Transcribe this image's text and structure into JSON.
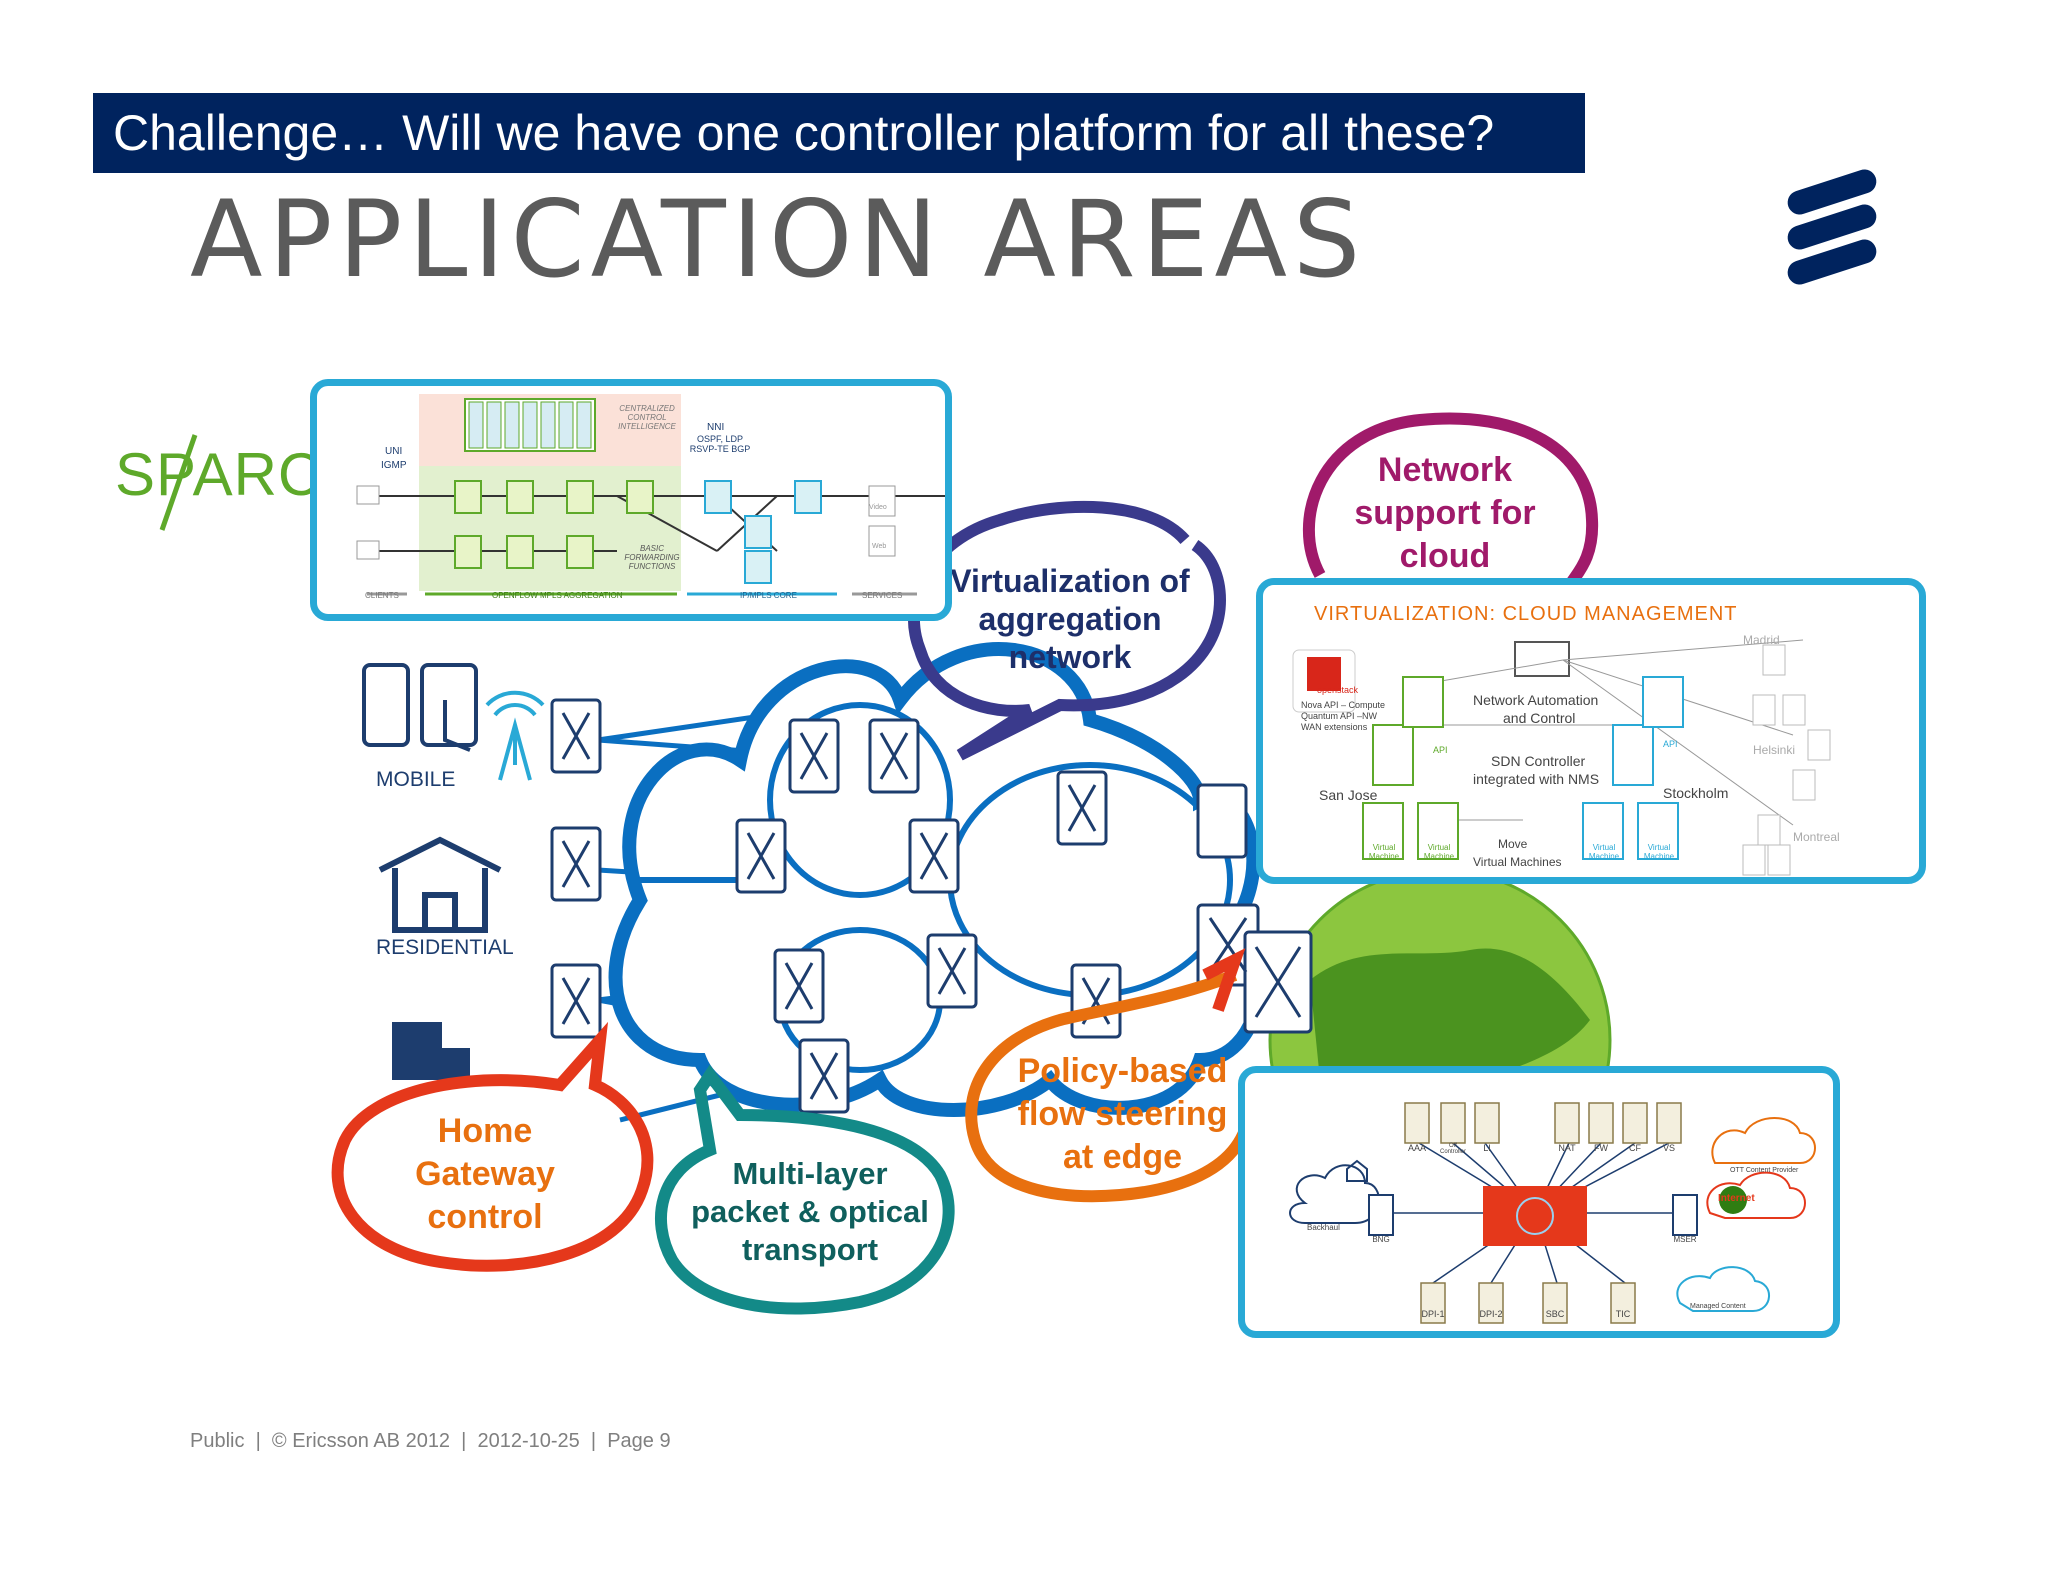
{
  "slide": {
    "banner": "Challenge… Will we have one controller platform for all these?",
    "heading": "APPLICATION AREAS",
    "footer": "Public  |  © Ericsson AB 2012  |  2012-10-25  |  Page 9",
    "logo_sparc": "SPARC"
  },
  "clients": {
    "mobile": "MOBILE",
    "residential": "RESIDENTIAL"
  },
  "bubbles": {
    "virtualization": "Virtualization of aggregation network",
    "cloud": "Network support for cloud",
    "policy": "Policy-based flow steering at edge",
    "home": "Home Gateway control",
    "multilayer": "Multi-layer packet & optical transport"
  },
  "sparc_panel": {
    "centralized": "CENTRALIZED CONTROL INTELLIGENCE",
    "uni": "UNI",
    "igmp": "IGMP",
    "nni": "NNI",
    "nni_protocols": "OSPF, LDP RSVP-TE BGP",
    "basic": "BASIC FORWARDING FUNCTIONS",
    "clients": "CLIENTS",
    "openflow": "OPENFLOW MPLS AGGREGATION",
    "ipmpls": "IP/MPLS CORE",
    "services": "SERVICES",
    "video": "Video",
    "web": "Web"
  },
  "cloud_panel": {
    "title": "VIRTUALIZATION: CLOUD MANAGEMENT",
    "openstack": "openstack",
    "nova": "Nova API – Compute",
    "quantum": "Quantum API –NW",
    "wan": "WAN extensions",
    "automation": "Network Automation",
    "and_control": "and Control",
    "sdn": "SDN Controller",
    "integrated": "integrated with NMS",
    "san_jose": "San Jose",
    "stockholm": "Stockholm",
    "madrid": "Madrid",
    "helsinki": "Helsinki",
    "montreal": "Montreal",
    "move": "Move",
    "move_vm": "Virtual Machines",
    "api": "API",
    "vm": "Virtual Machine"
  },
  "edge_panel": {
    "top_nodes": [
      "AAA",
      "Off Controller",
      "LI",
      "NAT",
      "FW",
      "CF",
      "VS"
    ],
    "bottom_nodes": [
      "DPI-1",
      "DPI-2",
      "SBC",
      "TIC"
    ],
    "backhaul": "Backhaul",
    "bng": "BNG",
    "mser": "MSER",
    "ott": "OTT Content Provider",
    "internet": "Internet",
    "managed": "Managed Content"
  },
  "colors": {
    "navy": "#00235e",
    "blue": "#0a6fc1",
    "cyan": "#29a9d6",
    "purple": "#a01a6a",
    "indigo": "#3a3a8c",
    "orange": "#e8700f",
    "red": "#e5381b",
    "teal": "#138a88",
    "green": "#5ea92a"
  }
}
